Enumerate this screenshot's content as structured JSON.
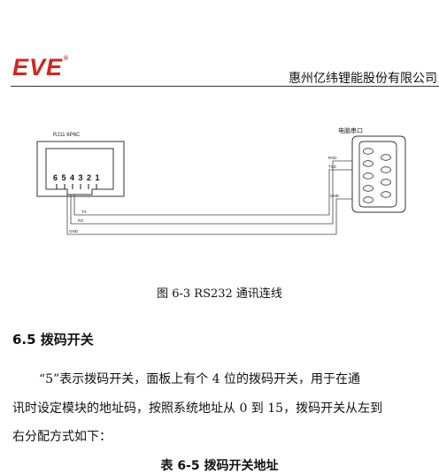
{
  "header": {
    "logo_text": "EVE",
    "logo_mark": "®",
    "company_name": "惠州亿纬锂能股份有限公司",
    "brand_color": "#d8231c"
  },
  "figure": {
    "rj_label": "RJ11 6P6C",
    "pin_numbers": "6 5 4 3 2 1",
    "pc_label": "电脑串口",
    "left_signals": [
      "TX",
      "RX",
      "GND"
    ],
    "right_signals": [
      "RXD",
      "TXD",
      "GND"
    ],
    "caption": "图 6-3 RS232 通讯连线"
  },
  "section": {
    "heading": "6.5 拨码开关",
    "para_line1": "“5”表示拨码开关，面板上有个 4 位的拨码开关，用于在通",
    "para_line2": "讯时设定模块的地址码，按照系统地址从 0 到 15，拨码开关从左到",
    "para_line3": "右分配方式如下：",
    "table_caption": "表 6-5 拨码开关地址"
  }
}
